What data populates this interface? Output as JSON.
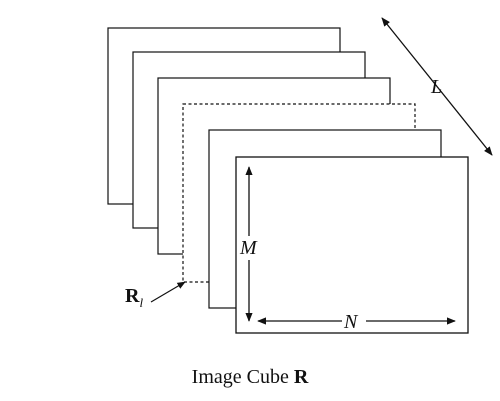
{
  "diagram": {
    "labels": {
      "depth": "L",
      "height": "M",
      "width": "N",
      "band_base": "R",
      "band_sub": "l"
    },
    "caption": {
      "text": "Image Cube ",
      "bold": "R"
    },
    "colors": {
      "stroke": "#111111",
      "fill": "#ffffff"
    }
  }
}
